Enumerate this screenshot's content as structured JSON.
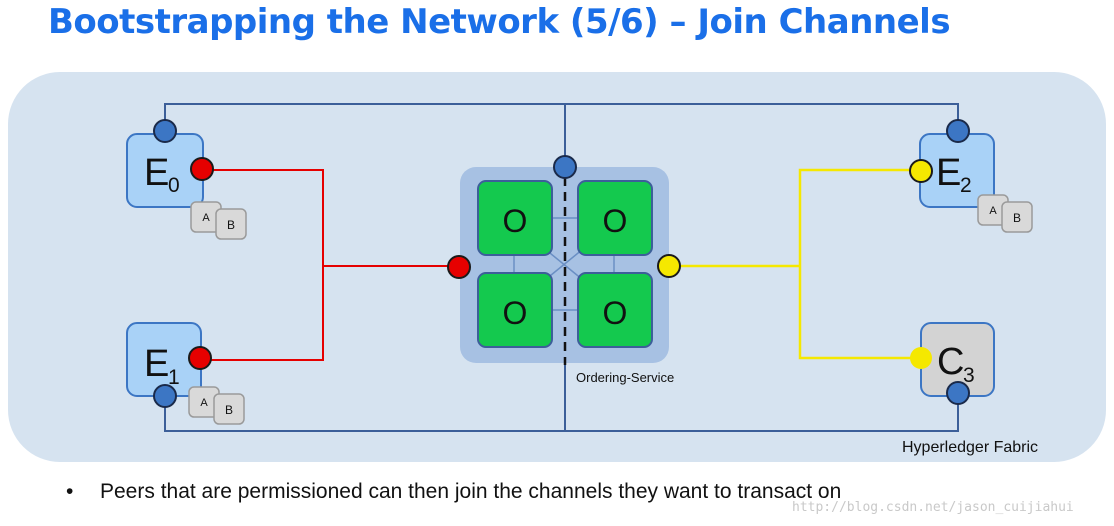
{
  "title": "Bootstrapping the Network (5/6) – Join Channels",
  "fabric_label": "Hyperledger Fabric",
  "ordering_label": "Ordering-Service",
  "orderer_label": "O",
  "nodes": {
    "e0": {
      "letter": "E",
      "sub": "0"
    },
    "e1": {
      "letter": "E",
      "sub": "1"
    },
    "e2": {
      "letter": "E",
      "sub": "2"
    },
    "c3": {
      "letter": "C",
      "sub": "3"
    }
  },
  "ledger": {
    "a": "A",
    "b": "B"
  },
  "bullet": {
    "marker": "•",
    "text": "Peers that are permissioned can then join the channels they want to transact on"
  },
  "watermark": "http://blog.csdn.net/jason_cuijiahui",
  "colors": {
    "title": "#1a6fe8",
    "network_bg": "#d6e3f0",
    "peer_fill": "#a9d2f7",
    "client_fill": "#d3d3d3",
    "orderer_fill": "#14c94e",
    "channel_red": "#e60000",
    "channel_yellow": "#f5e800",
    "node_blue": "#3c76c4"
  }
}
